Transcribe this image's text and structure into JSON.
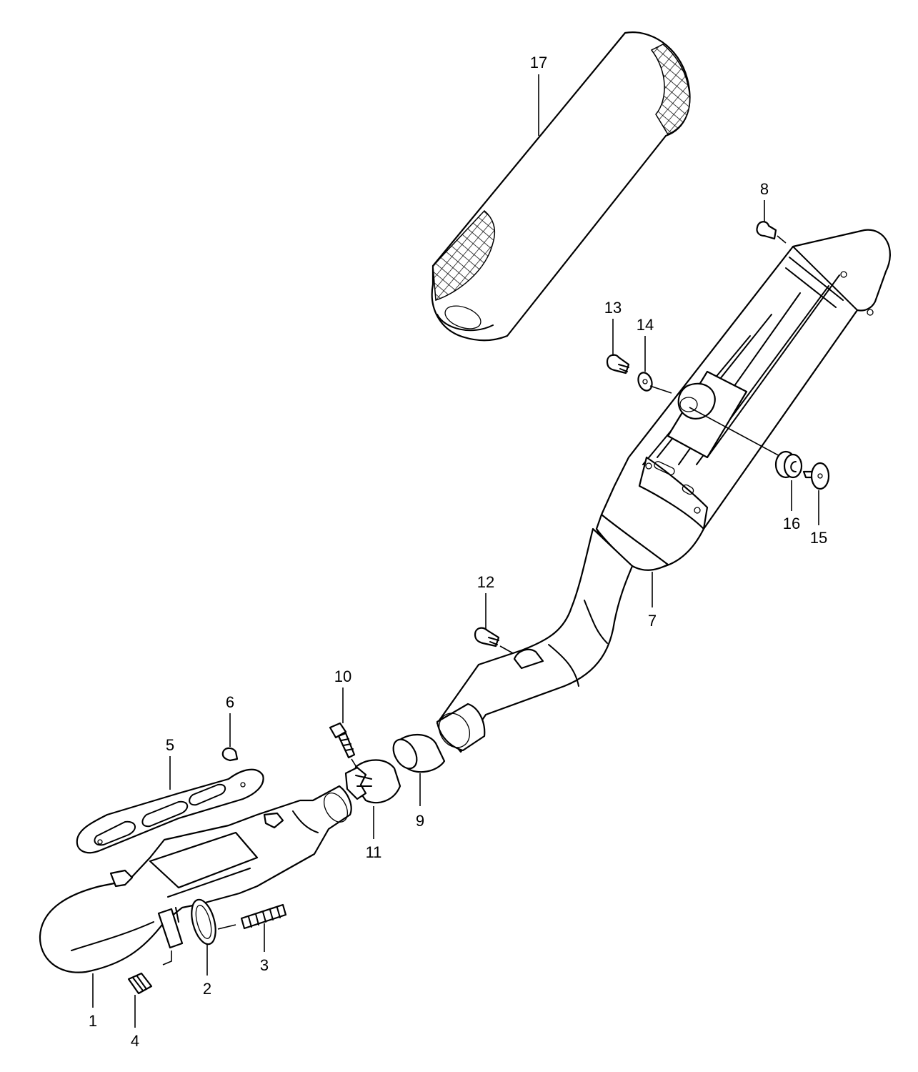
{
  "callouts": [
    {
      "id": "1",
      "text": "1"
    },
    {
      "id": "2",
      "text": "2"
    },
    {
      "id": "3",
      "text": "3"
    },
    {
      "id": "4",
      "text": "4"
    },
    {
      "id": "5",
      "text": "5"
    },
    {
      "id": "6",
      "text": "6"
    },
    {
      "id": "7",
      "text": "7"
    },
    {
      "id": "8",
      "text": "8"
    },
    {
      "id": "9",
      "text": "9"
    },
    {
      "id": "10",
      "text": "10"
    },
    {
      "id": "11",
      "text": "11"
    },
    {
      "id": "12",
      "text": "12"
    },
    {
      "id": "13",
      "text": "13"
    },
    {
      "id": "14",
      "text": "14"
    },
    {
      "id": "15",
      "text": "15"
    },
    {
      "id": "16",
      "text": "16"
    },
    {
      "id": "17",
      "text": "17"
    }
  ],
  "colors": {
    "ink": "#000000",
    "paper": "#ffffff"
  }
}
